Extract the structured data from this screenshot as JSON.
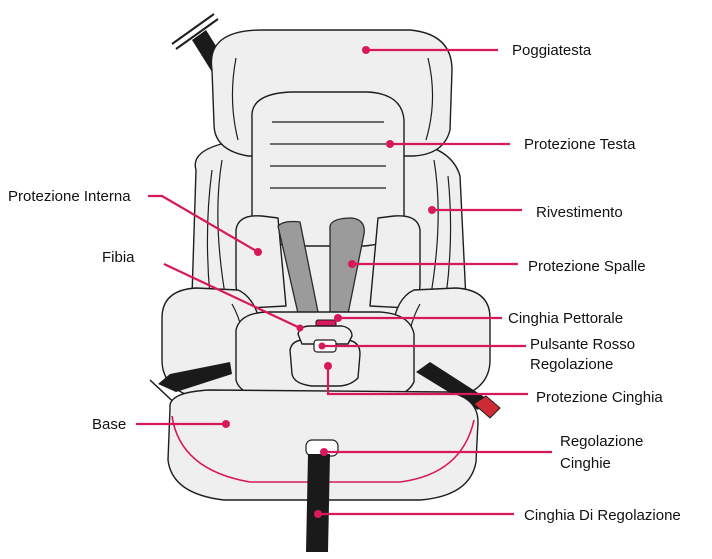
{
  "accent_color": "#d8185d",
  "labels": {
    "poggiatesta": "Poggiatesta",
    "protezione_testa": "Protezione Testa",
    "rivestimento": "Rivestimento",
    "protezione_interna": "Protezione Interna",
    "protezione_spalle": "Protezione Spalle",
    "fibia": "Fibia",
    "cinghia_pettorale": "Cinghia Pettorale",
    "pulsante_rosso_line1": "Pulsante Rosso",
    "pulsante_rosso_line2": "Regolazione",
    "protezione_cinghia": "Protezione Cinghia",
    "base": "Base",
    "regolazione_cinghie_line1": "Regolazione",
    "regolazione_cinghie_line2": "Cinghie",
    "cinghia_di_regolazione": "Cinghia Di Regolazione"
  }
}
